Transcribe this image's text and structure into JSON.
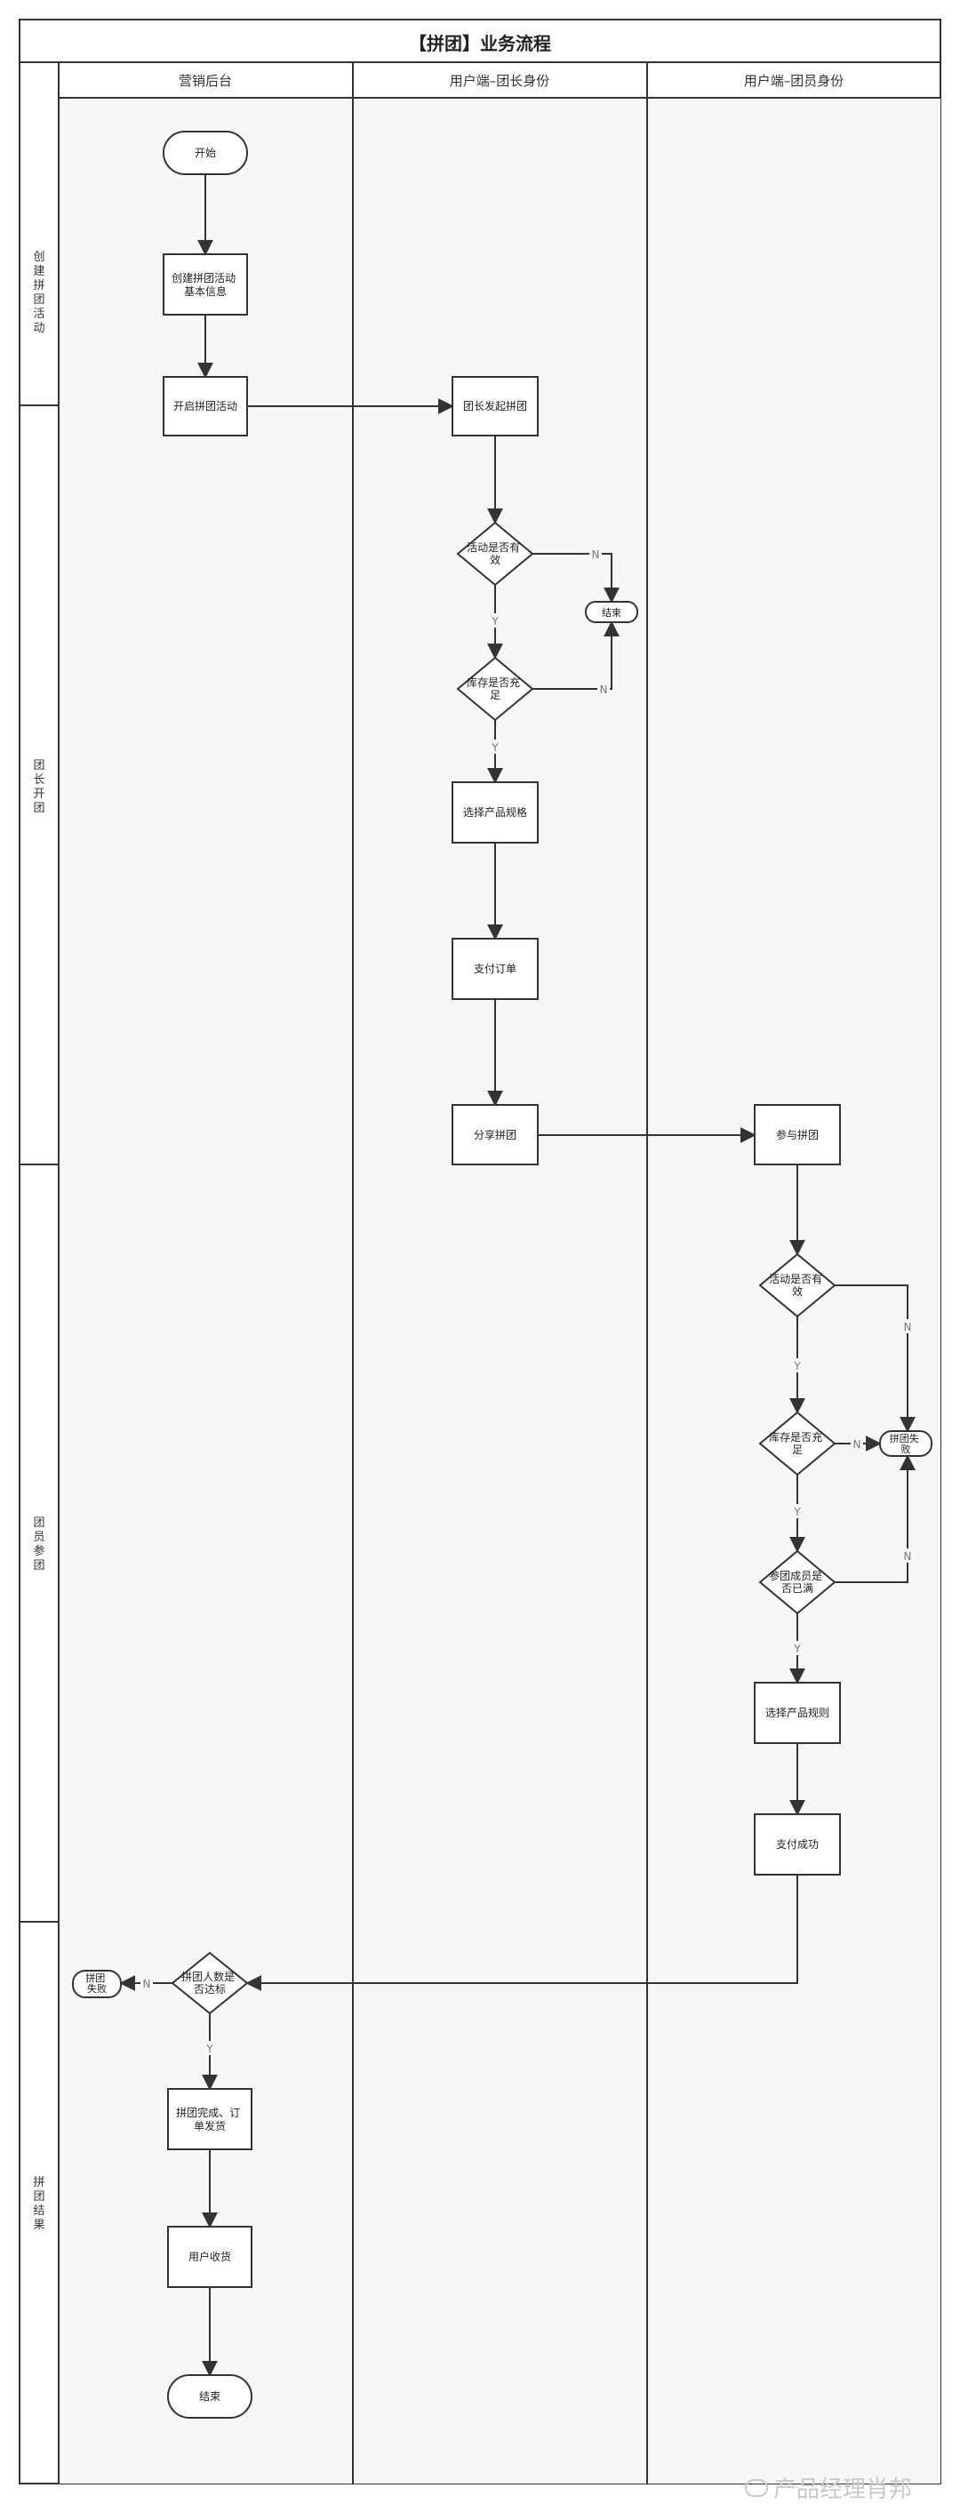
{
  "title": "【拼团】业务流程",
  "lanes": [
    "营销后台",
    "用户端–团长身份",
    "用户端–团员身份"
  ],
  "phases": [
    "创建拼团活动",
    "团长开团",
    "团员参团",
    "拼团结果"
  ],
  "nodes": {
    "start": "开始",
    "create_info": [
      "创建拼团活动",
      "基本信息"
    ],
    "open_activity": "开启拼团活动",
    "leader_start": "团长发起拼团",
    "leader_valid": [
      "活动是否有",
      "效"
    ],
    "leader_end": "结束",
    "leader_stock": [
      "库存是否充",
      "足"
    ],
    "select_spec": "选择产品规格",
    "pay_order": "支付订单",
    "share": "分享拼团",
    "join": "参与拼团",
    "member_valid": [
      "活动是否有",
      "效"
    ],
    "member_stock": [
      "库存是否充",
      "足"
    ],
    "fail_member": [
      "拼团失",
      "败"
    ],
    "member_full": [
      "参团成员是",
      "否已满"
    ],
    "select_rule": "选择产品规则",
    "pay_success": "支付成功",
    "count_reached": [
      "拼团人数是",
      "否达标"
    ],
    "fail_admin": [
      "拼团",
      "失败"
    ],
    "complete": [
      "拼团完成、订",
      "单发货"
    ],
    "receive": "用户收货",
    "end": "结束"
  },
  "edge_labels": {
    "yes": "Y",
    "no": "N"
  },
  "watermark": "产品经理肖邦",
  "colors": {
    "line": "#333333",
    "lane_bg": "#f7f7f7",
    "node_fill": "#ffffff",
    "label_grey": "#777777",
    "watermark": "#c8c8c8"
  }
}
